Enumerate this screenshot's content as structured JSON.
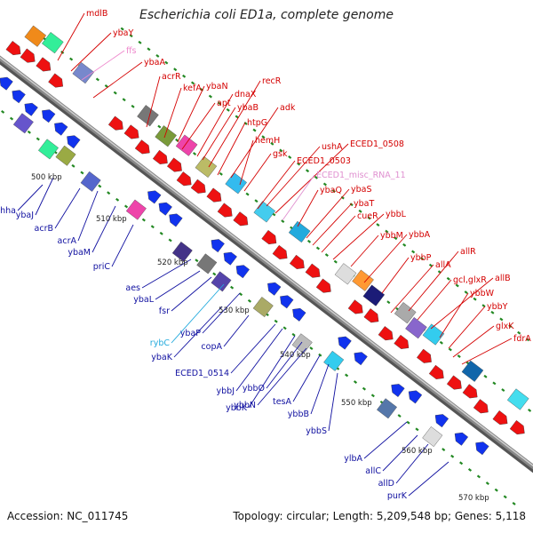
{
  "title": "Escherichia coli ED1a, complete genome",
  "footer": {
    "accession": "Accession: NC_011745",
    "summary": "Topology: circular; Length: 5,209,548 bp; Genes: 5,118"
  },
  "colors": {
    "forward_label": "#d40000",
    "reverse_label": "#1010a0",
    "rna_label": "#ee88cc",
    "misc_rna_label": "#e090d0",
    "small_rna_label": "#22aadd",
    "backbone": "#888888",
    "forward_arrow": "#ee1111",
    "reverse_arrow": "#1133ee",
    "tick": "#228822"
  },
  "scale_labels": [
    "500 kbp",
    "510 kbp",
    "520 kbp",
    "530 kbp",
    "540 kbp",
    "550 kbp",
    "560 kbp",
    "570 kbp"
  ],
  "forward_genes": [
    "mdlB",
    "ybaY",
    "ffs",
    "ybaA",
    "acrR",
    "kefA",
    "ybaN",
    "apt",
    "dnaX",
    "ybaB",
    "recR",
    "htpG",
    "adk",
    "hemH",
    "gsk",
    "ushA",
    "ECED1_0508",
    "ECED1_0503",
    "ECED1_misc_RNA_11",
    "ybaQ",
    "ybaS",
    "ybaT",
    "cueR",
    "ybbL",
    "ybbM",
    "ybbA",
    "ybbP",
    "allR",
    "allA",
    "gcl,glxR",
    "allB",
    "ybbW",
    "ybbY",
    "glxK",
    "fdrA"
  ],
  "reverse_genes": [
    "hha",
    "ybaJ",
    "acrB",
    "acrA",
    "ybaM",
    "priC",
    "aes",
    "ybaL",
    "fsr",
    "rybC",
    "ybaP",
    "ybaK",
    "copA",
    "ECED1_0514",
    "ybbJ",
    "ybbK",
    "ybbO",
    "ybbN",
    "tesA",
    "ybbB",
    "ybbS",
    "ylbA",
    "allC",
    "allD",
    "purK"
  ]
}
